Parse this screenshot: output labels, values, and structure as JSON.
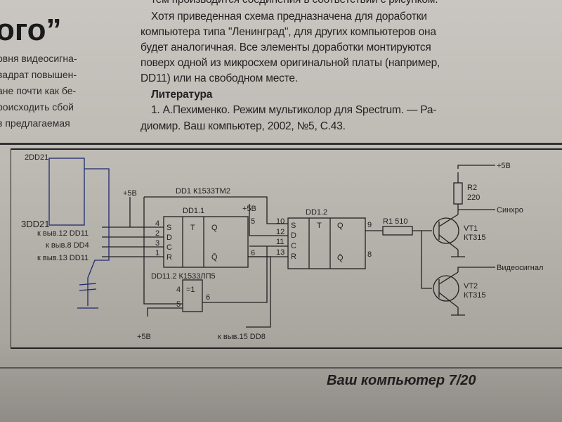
{
  "left_column": {
    "heading_fragment": "ого”",
    "lines": [
      "овня видеосигна-",
      "вадрат повышен-",
      "ане почти как бе-",
      "роисходить сбой",
      "в предлагаемая"
    ]
  },
  "main_text": {
    "lines": [
      "тем производится соединения в соответствии с рисунком.",
      "Хотя приведенная схема предназначена для доработки",
      "компьютера типа \"Ленинград\", для других компьютеров она",
      "будет аналогичная. Все элементы доработки монтируются",
      "поверх одной из микросхем оригинальной платы (например,",
      "DD11) или на свободном месте."
    ],
    "literature_heading": "Литература",
    "references": [
      "1. А.Пехименко. Режим мультиколор для Spectrum. — Ра-",
      "диомир. Ваш компьютер, 2002, №5, С.43."
    ]
  },
  "schematic": {
    "handwritten": {
      "a": "2DD21",
      "b": "3DD21",
      "pin12": "к выв.12 DD11",
      "pin8": "к выв.8 DD4",
      "pin13": "к выв.13 DD11",
      "dd11": "DD11.2 К1533ЛП5",
      "pin15": "к выв.15 DD8"
    },
    "chip": "DD1  К1533ТМ2",
    "dd11": "DD1.1",
    "dd12": "DD1.2",
    "plus5": "+5В",
    "pins": {
      "s": "S",
      "d": "D",
      "c": "C",
      "r": "R",
      "t": "T",
      "q": "Q",
      "nq": "Q̄",
      "p4": "4",
      "p2": "2",
      "p3": "3",
      "p1": "1",
      "p5": "5",
      "p6": "6",
      "p10": "10",
      "p12": "12",
      "p11": "11",
      "p13": "13",
      "p9": "9",
      "p8": "8",
      "g4": "4",
      "g5": "5",
      "g6": "6",
      "xor": "=1"
    },
    "r1": "R1  510",
    "r2": "R2",
    "r2v": "220",
    "vt1": "VT1",
    "vt1t": "КТ315",
    "vt2": "VT2",
    "vt2t": "КТ315",
    "sync": "Синхро",
    "video": "Видеосигнал"
  },
  "footer": "Ваш компьютер 7/20"
}
